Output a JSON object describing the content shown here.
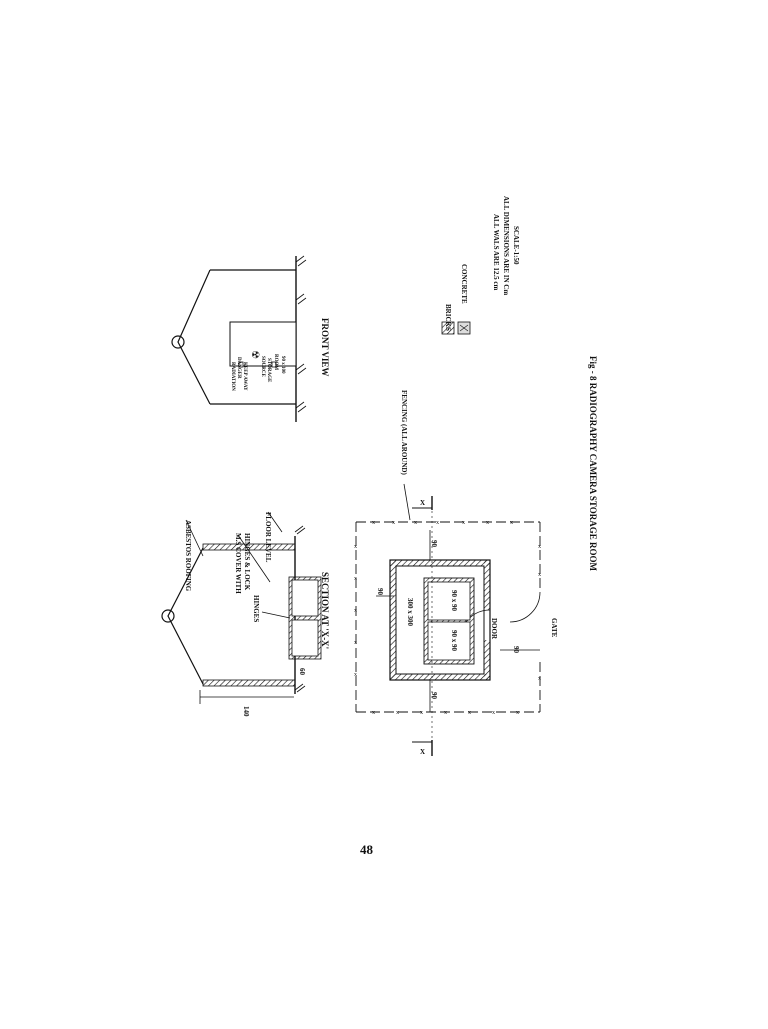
{
  "labels": {
    "asbestos_roofing": "ASBESTOS ROOFING",
    "ms_cover": "M.S COVER WITH",
    "hinges_lock": "HINGES & LOCK",
    "floor_level": "FLOOR LEVEL",
    "hinges": "HINGES",
    "section_title": "SECTION AT 'X-X'",
    "dim_140": "140",
    "dim_60": "60",
    "front_view_title": "FRONT VIEW",
    "sign_line1": "RADIATION",
    "sign_line2": "DANGER",
    "sign_line3": "KEEP AWAY",
    "sign_line4": "SOURCE",
    "sign_line5": "STORAGE",
    "sign_line6": "ROOM",
    "sign_line7": "90 x 100",
    "fencing": "FENCING (ALL AROUND)",
    "room_dim": "300 x 300",
    "pit_dim_a": "90 x 90",
    "pit_dim_b": "90 x 90",
    "door": "DOOR",
    "gate": "GATE",
    "dim_90_a": "90",
    "dim_90_b": "90",
    "dim_90_c": "90",
    "dim_90_d": "90",
    "marker_x1": "X",
    "marker_x2": "X"
  },
  "legend": {
    "bricks": "BRICKS",
    "concrete": "CONCRETE",
    "note1": "ALL WALS ARE 12.5 cm",
    "note2": "ALL DIMENSIONS ARE IN Cm",
    "note3": "SCALE-1:50"
  },
  "caption": "Fig - 8 RADIOGRAPHY CAMERA STORAGE ROOM",
  "page_number": "48"
}
